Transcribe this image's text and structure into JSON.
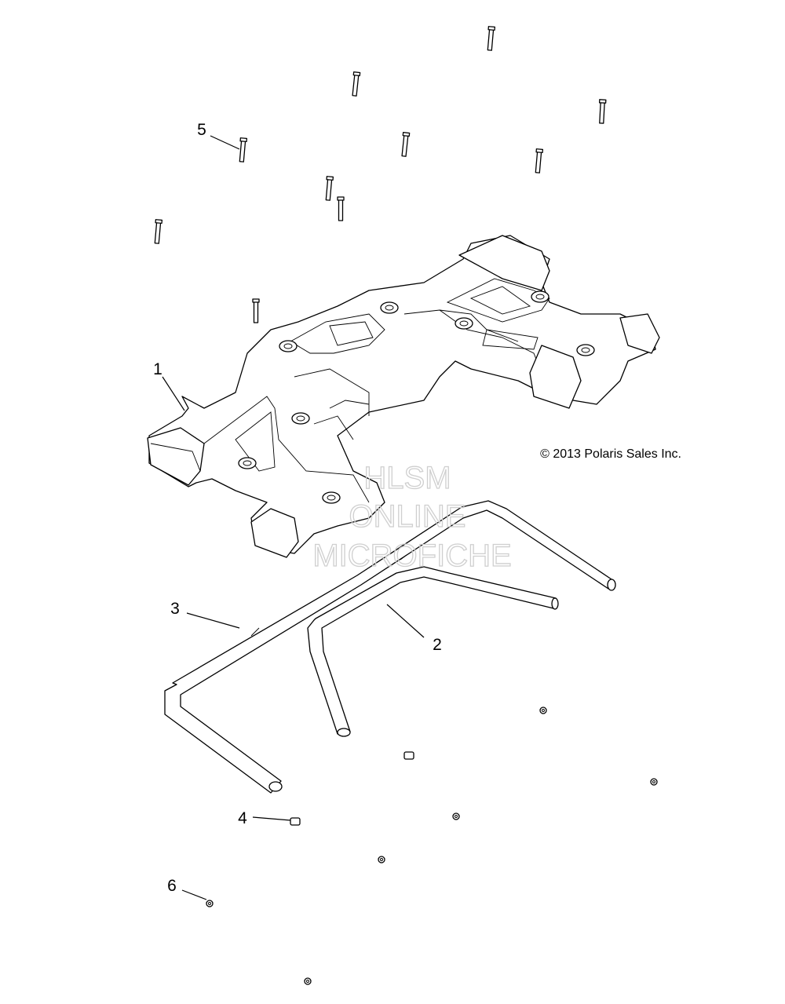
{
  "copyright": "© 2013 Polaris Sales Inc.",
  "watermark": [
    "HLSM",
    "ONLINE",
    "MICROFICHE"
  ],
  "callouts": [
    "1",
    "2",
    "3",
    "4",
    "5",
    "6"
  ]
}
